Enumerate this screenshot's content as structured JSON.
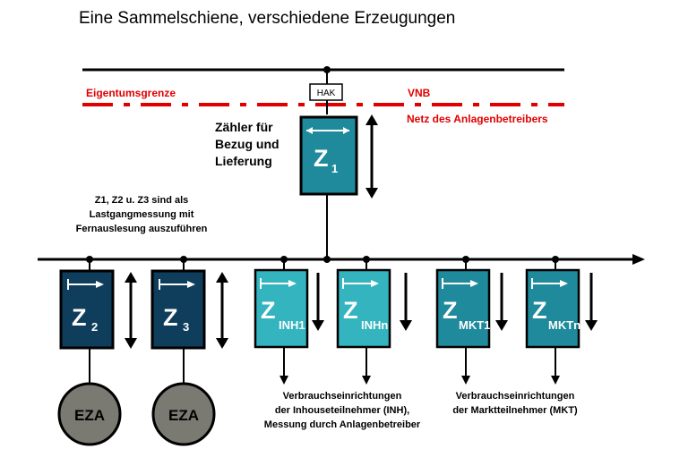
{
  "title": "Eine Sammelschiene, verschiedene Erzeugungen",
  "boundary": {
    "left_label": "Eigentumsgrenze",
    "right_label": "VNB",
    "sub_label": "Netz des Anlagenbetreibers",
    "hak_label": "HAK"
  },
  "main_meter": {
    "desc_lines": [
      "Zähler für",
      "Bezug und",
      "Lieferung"
    ],
    "main": "Z",
    "sub": "1"
  },
  "note_lines": [
    "Z1, Z2 u. Z3 sind als",
    "Lastgangmessung mit",
    "Fernauslesung auszuführen"
  ],
  "meters": [
    {
      "main": "Z",
      "sub": "2"
    },
    {
      "main": "Z",
      "sub": "3"
    },
    {
      "main": "Z",
      "sub": "INH1"
    },
    {
      "main": "Z",
      "sub": "INHn"
    },
    {
      "main": "Z",
      "sub": "MKT1"
    },
    {
      "main": "Z",
      "sub": "MKTn"
    }
  ],
  "generators": [
    {
      "label": "EZA"
    },
    {
      "label": "EZA"
    }
  ],
  "inh_lines": [
    "Verbrauchseinrichtungen",
    "der Inhouseteilnehmer (INH),",
    "Messung durch Anlagenbetreiber"
  ],
  "mkt_lines": [
    "Verbrauchseinrichtungen",
    "der Marktteilnehmer (MKT)"
  ],
  "colors": {
    "dark_navy": "#0f3d5c",
    "teal": "#1e8a9c",
    "light_teal": "#33b4bf",
    "boundary_red": "#e00000",
    "generator_gray": "#7a7a72"
  }
}
